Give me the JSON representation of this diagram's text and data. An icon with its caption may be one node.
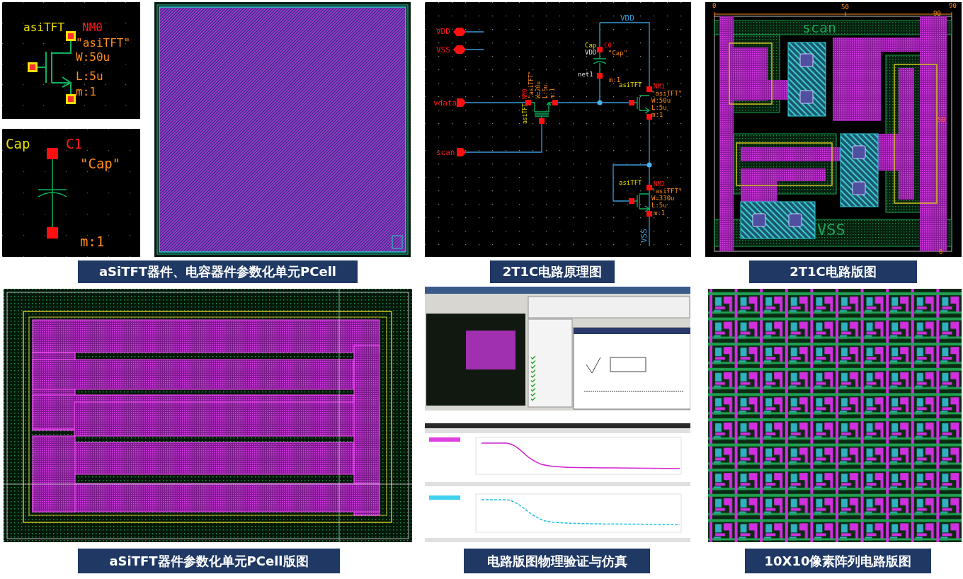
{
  "diagram": {
    "nodes": [
      {
        "text": [
          "aSiTFT器件、电容器件参数化单元PCell"
        ]
      },
      {
        "text": [
          "2T1C电路原理图"
        ]
      },
      {
        "text": [
          "2T1C电路版图"
        ]
      },
      {
        "text": [
          "aSiTFT器件参数化单元PCell版图"
        ]
      },
      {
        "text": [
          "电路版图物理验证与仿真"
        ]
      },
      {
        "text": [
          "10X10像素阵列电路版图"
        ]
      }
    ],
    "labels": [
      "asiTFT",
      "NM0",
      "\"asiTFT\"",
      "W:50u",
      "L:5u",
      "m:1",
      "Cap",
      "C1",
      "\"Cap\"",
      "m:1",
      "VDD",
      "VSS",
      "vdata",
      "scan",
      "VDD",
      "Cap",
      "C0",
      "VDD",
      "\"Cap\"",
      "net1",
      "m:1",
      "NM0",
      "\"asiTFT\"",
      "W=20u",
      "L:5u",
      "m:1",
      "asiTFT",
      "asiTFT",
      "NM1",
      "\"asiTFT\"",
      "W:50u",
      "L:5u",
      "m:1",
      "asiTFT",
      "NM2",
      "\"asiTFT\"",
      "W=330u",
      "L:5u",
      "m:1",
      "VSS",
      "0",
      "50",
      "90",
      "90",
      "scan",
      "50",
      "VSS",
      "0"
    ]
  }
}
